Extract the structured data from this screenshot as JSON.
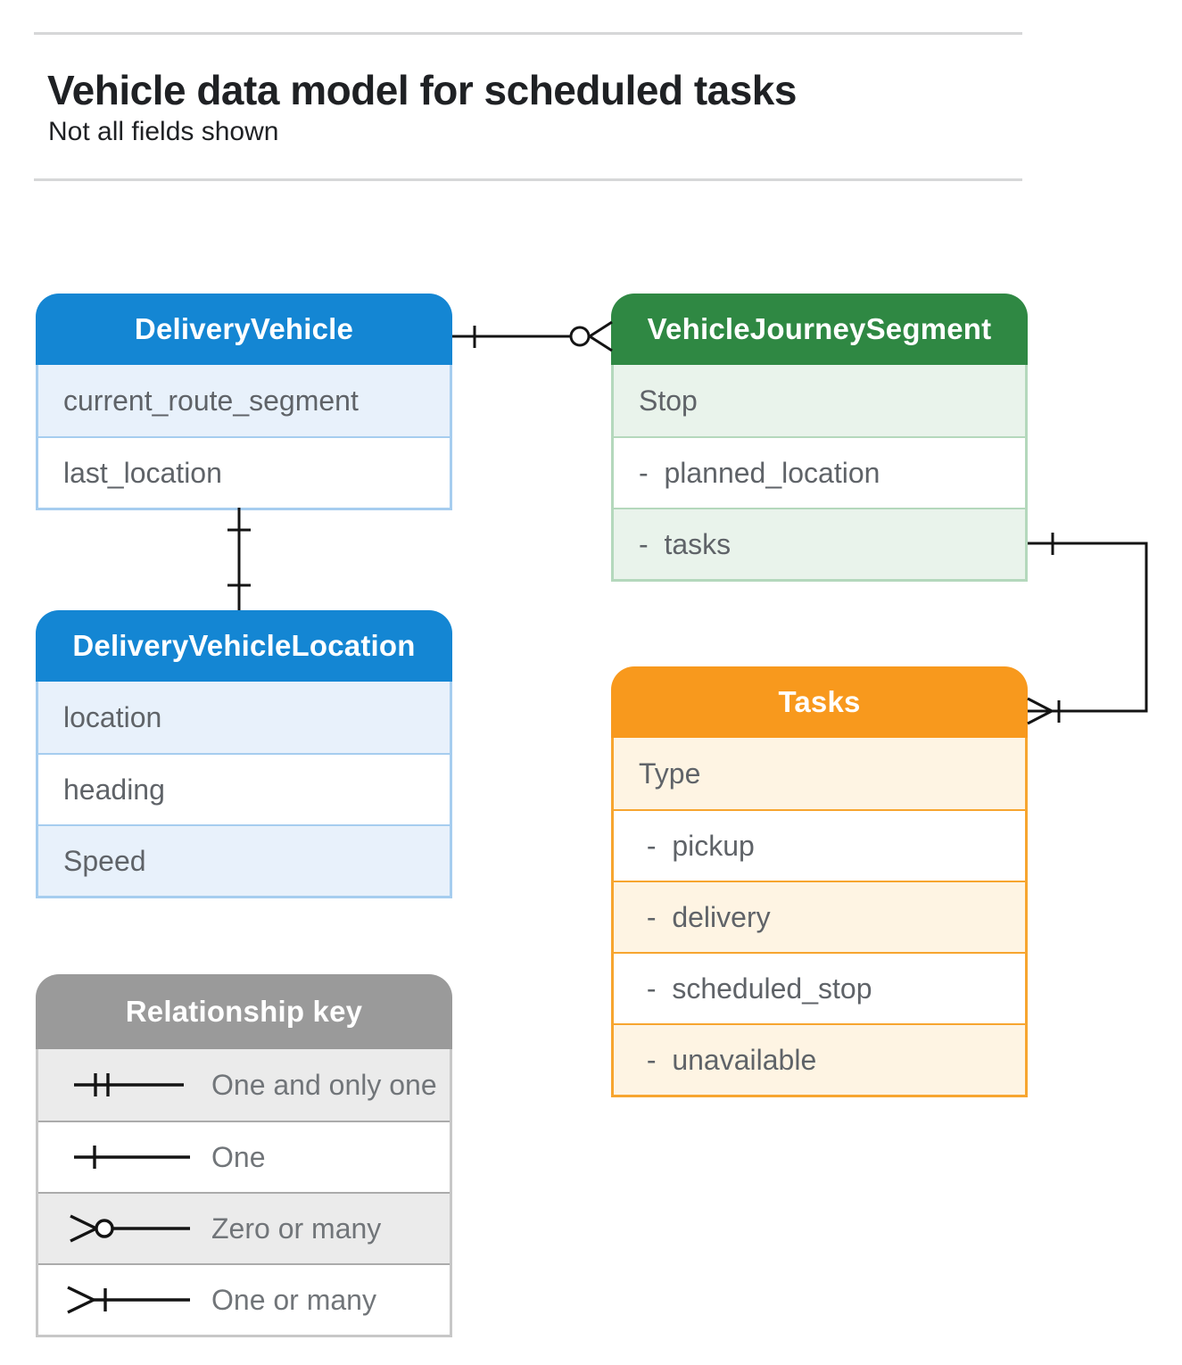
{
  "page": {
    "title": "Vehicle data model for scheduled tasks",
    "subtitle": "Not all fields shown"
  },
  "entities": [
    {
      "title": "DeliveryVehicle",
      "fields": [
        "current_route_segment",
        "last_location"
      ]
    },
    {
      "title": "VehicleJourneySegment",
      "fields": [
        "Stop",
        "-  planned_location",
        "-  tasks"
      ]
    },
    {
      "title": "DeliveryVehicleLocation",
      "fields": [
        "location",
        "heading",
        "Speed"
      ]
    },
    {
      "title": "Tasks",
      "fields": [
        "Type",
        " -  pickup",
        " -  delivery",
        " -  scheduled_stop",
        " -  unavailable"
      ]
    }
  ],
  "legend": {
    "title": "Relationship key",
    "items": [
      {
        "symbol": "one-and-only-one-symbol",
        "label": "One and only one"
      },
      {
        "symbol": "one-symbol",
        "label": "One"
      },
      {
        "symbol": "zero-or-many-symbol",
        "label": "Zero or many"
      },
      {
        "symbol": "one-or-many-symbol",
        "label": "One or many"
      }
    ]
  },
  "relationships": [
    {
      "from": "DeliveryVehicle",
      "to": "VehicleJourneySegment",
      "from_cardinality": "one",
      "to_cardinality": "zero-or-many"
    },
    {
      "from": "DeliveryVehicle",
      "to": "DeliveryVehicleLocation",
      "from_cardinality": "one",
      "to_cardinality": "one"
    },
    {
      "from": "VehicleJourneySegment.tasks",
      "to": "Tasks",
      "from_cardinality": "one",
      "to_cardinality": "one-or-many"
    }
  ],
  "colors": {
    "blue": "#1486d3",
    "blue_tint": "#e8f1fb",
    "blue_border": "#a6cdef",
    "green": "#2f8843",
    "green_tint": "#e9f3eb",
    "green_border": "#b4d8bc",
    "orange": "#f8991d",
    "orange_tint": "#fef4e3",
    "orange_border": "#f7a52f",
    "gray": "#9a9a9a",
    "gray_tint": "#ebebeb",
    "gray_border": "#ababab",
    "gray_outer": "#c7c7c7",
    "field_ink": "#5f6368",
    "legend_ink": "#717579",
    "title_ink": "#1f2124",
    "ink": "#141414",
    "rule": "#d6d7d8"
  }
}
